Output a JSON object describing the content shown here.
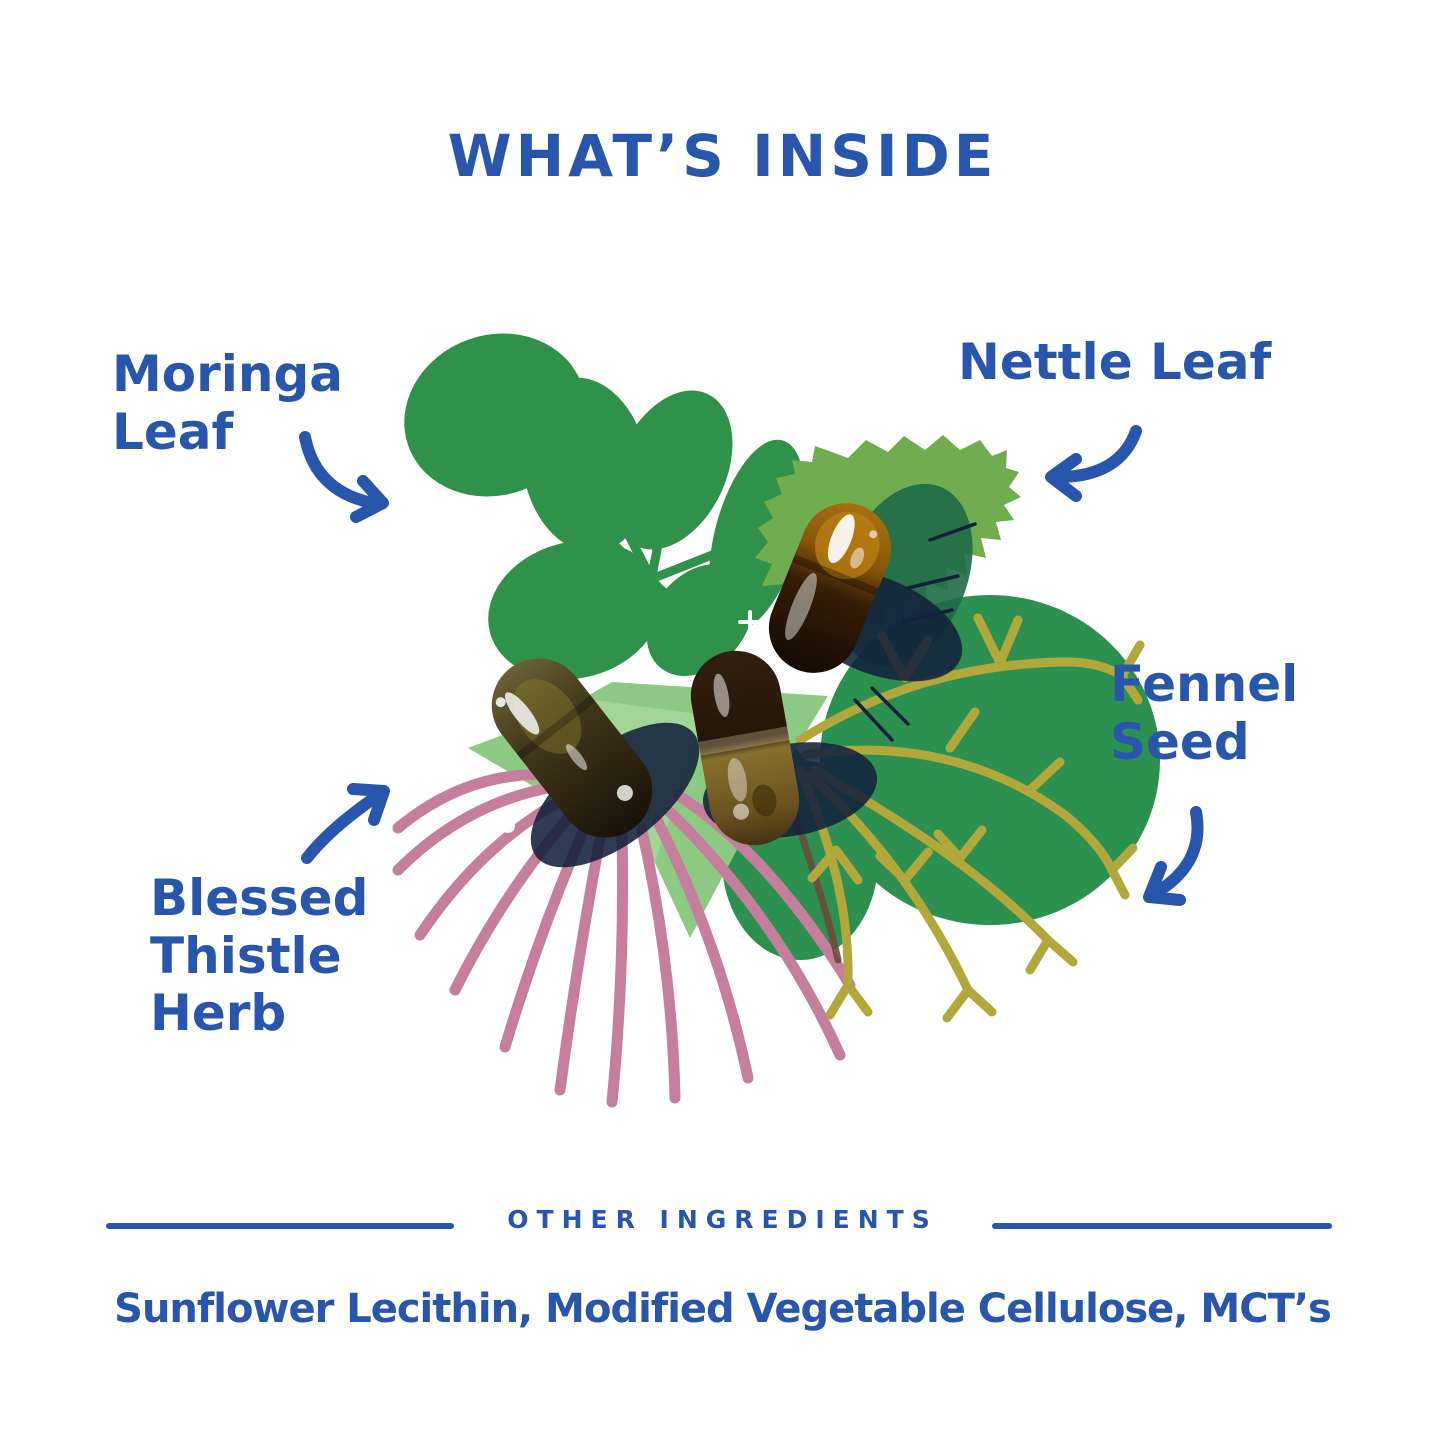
{
  "title": "WHAT’S INSIDE",
  "labels": {
    "moringa": "Moringa\nLeaf",
    "nettle": "Nettle Leaf",
    "fennel": "Fennel\nSeed",
    "thistle": "Blessed\nThistle\nHerb"
  },
  "other_ingredients": {
    "heading": "OTHER INGREDIENTS",
    "items": "Sunflower Lecithin, Modified Vegetable Cellulose, MCT’s"
  },
  "illustration": {
    "capsule_count": 3,
    "depicted_parts": [
      "moringa leaf",
      "nettle leaf",
      "fennel seed",
      "blessed thistle herb",
      "capsules"
    ]
  },
  "palette": {
    "accent_blue": "#2856ad",
    "moringa_green": "#30914a",
    "nettle_green": "#6fad4f",
    "leaf_dark_green": "#2c9150",
    "leaf_teal": "#1e6a46",
    "leaf_mint": "#8cc983",
    "leaf_mint_light": "#a6d89c",
    "thistle_pink": "#c67e9d",
    "fennel_yellow": "#b2a73b",
    "shadow_navy": "#14213c",
    "stem_maroon": "#6d4a3a",
    "background": "#ffffff"
  }
}
